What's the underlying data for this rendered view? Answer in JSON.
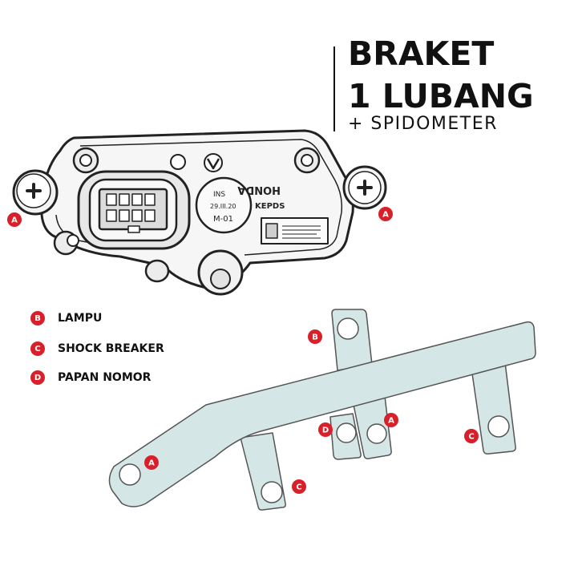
{
  "title": {
    "line1": "BRAKET",
    "line2": "1 LUBANG",
    "line3": "+ SPIDOMETER"
  },
  "legend": [
    {
      "letter": "B",
      "label": "LAMPU"
    },
    {
      "letter": "C",
      "label": "SHOCK BREAKER"
    },
    {
      "letter": "D",
      "label": "PAPAN NOMOR"
    }
  ],
  "cluster": {
    "brand": "HONDA",
    "ins_label": "INS",
    "date_label": "29.III.20",
    "model_label": "M-01",
    "code_label": "KEPDS"
  },
  "badges": {
    "cluster_left": "A",
    "cluster_right": "A",
    "bracket_b": "B",
    "bracket_a_center": "A",
    "bracket_d": "D",
    "bracket_c_right": "C",
    "bracket_a_left": "A",
    "bracket_c_bottom": "C"
  },
  "colors": {
    "accent": "#d8202a",
    "bracket_fill": "#d4e6e6",
    "outline": "#222222"
  }
}
